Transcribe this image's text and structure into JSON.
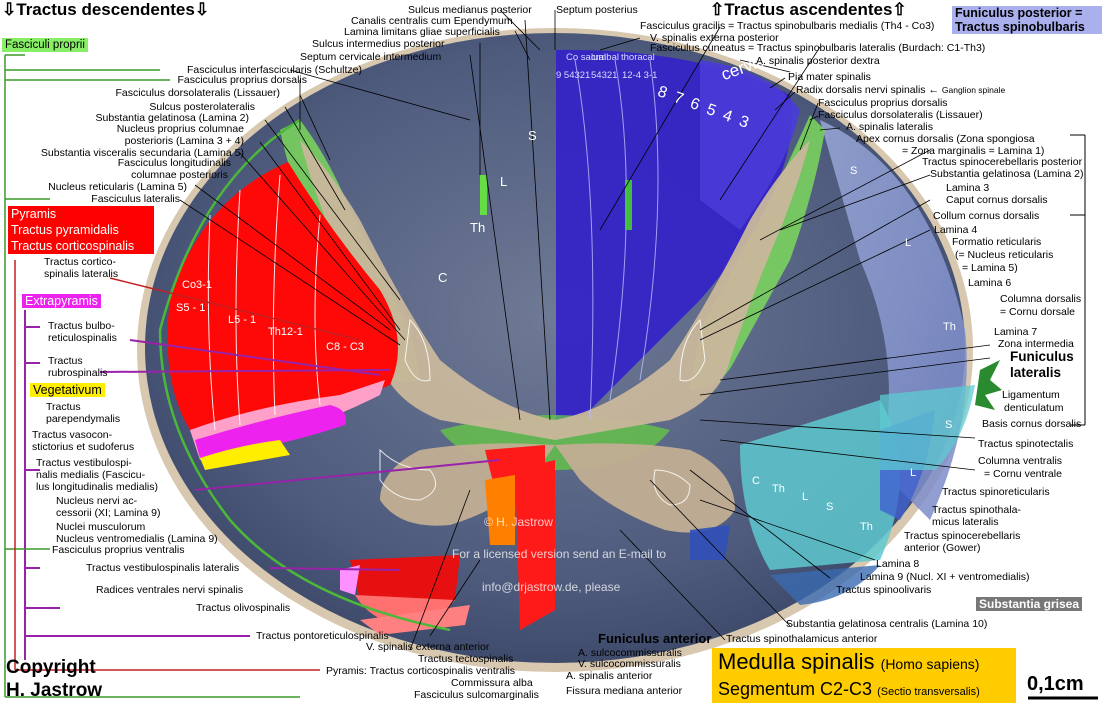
{
  "headers": {
    "descending": "⇩Tractus descendentes⇩",
    "ascending": "⇧Tractus ascendentes⇧"
  },
  "boxes": {
    "fasciculi_proprii": "Fasciculi proprii",
    "funiculus_posterior_1": "Funiculus posterior =",
    "funiculus_posterior_2": "Tractus spinobulbaris",
    "pyramis_1": "Pyramis",
    "pyramis_2": "Tractus pyramidalis",
    "pyramis_3": "Tractus corticospinalis",
    "extrapyramis": "Extrapyramis",
    "vegetativum": "Vegetativum",
    "substantia_grisea": "Substantia grisea",
    "funiculus_lateralis_1": "Funiculus",
    "funiculus_lateralis_2": "lateralis",
    "funiculus_anterior": "Funiculus anterior"
  },
  "title": {
    "main": "Medulla spinalis",
    "main_sub": "(Homo sapiens)",
    "segment": "Segmentum C2-C3",
    "segment_sub": "(Sectio transversalis)"
  },
  "copyright": [
    "Copyright",
    "H. Jastrow"
  ],
  "scale_bar": "0,1cm",
  "watermarks": {
    "photo": "© H. Jastrow",
    "licensed": "For a licensed version send an E-mail to",
    "email": "info@drjastrow.de, please"
  },
  "section_labels": {
    "S": "S",
    "L": "L",
    "Th": "Th",
    "C": "C",
    "cervical": "cervical",
    "cervical_numbers": "8  7  6  5  4  3",
    "sacral": "sacral",
    "lumbal": "lumbal",
    "thoracal": "thoracal",
    "co_s": "Co",
    "sacral_nums": "9 54321",
    "lumbal_nums": "54321",
    "thoracal_nums": "12-4 3-1",
    "pyr_co": "Co3-1",
    "pyr_s": "S5 - 1",
    "pyr_l": "L5 - 1",
    "pyr_th": "Th12-1",
    "pyr_c": "C8 - C3"
  },
  "left_labels": [
    "Fasciculus interfascicularis (Schultze)",
    "Fasciculus proprius dorsalis",
    "Fasciculus dorsolateralis (Lissauer)",
    "Sulcus posterolateralis",
    "Substantia gelatinosa (Lamina 2)",
    "Nucleus proprius columnae",
    "posterioris (Lamina 3 + 4)",
    "Substantia visceralis secundaria (Lamina 5)",
    "Fasciculus longitudinalis",
    "columnae posterioris",
    "Nucleus reticularis (Lamina 5)",
    "Fasciculus lateralis"
  ],
  "left_lower_labels": [
    "Tractus cortico-",
    "spinalis lateralis",
    "Tractus bulbo-",
    "reticulospinalis",
    "Tractus",
    "rubrospinalis",
    "Tractus",
    "parependymalis",
    "Tractus vasocon-",
    "stictorius et sudoferus",
    "Tractus vestibulospi-",
    "nalis medialis (Fascicu-",
    "lus longitudinalis medialis)",
    "Nucleus nervi ac-",
    "cessorii (XI; Lamina 9)",
    "Nuclei musculorum",
    "Nucleus ventromedialis (Lamina 9)",
    "Fasciculus proprius ventralis",
    "Tractus vestibulospinalis lateralis",
    "Radices ventrales nervi spinalis",
    "Tractus olivospinalis"
  ],
  "top_labels": [
    "Sulcus medianus posterior",
    "Septum posterius",
    "Canalis centralis cum Ependymum",
    "Lamina limitans gliae superficialis",
    "Sulcus intermedius posterior",
    "Septum cervicale intermedium",
    "Fasciculus gracilis = Tractus spinobulbaris medialis (Th4 - Co3)",
    "V. spinalis externa posterior",
    "Fasciculus cuneatus = Tractus spinobulbaris lateralis (Burdach: C1-Th3)",
    "A. spinalis posterior dextra"
  ],
  "right_labels": [
    "Pia mater spinalis",
    "Radix dorsalis nervi spinalis ←",
    "Ganglion spinale",
    "Fasciculus proprius dorsalis",
    "Fasciculus dorsolateralis (Lissauer)",
    "A. spinalis lateralis",
    "Apex cornus dorsalis (Zona spongiosa",
    "= Zona marginalis = Lamina 1)",
    "Tractus spinocerebellaris posterior",
    "Substantia gelatinosa (Lamina 2)",
    "Lamina 3",
    "Caput cornus dorsalis",
    "Collum cornus dorsalis",
    "Lamina 4",
    "Formatio reticularis",
    "(= Nucleus reticularis",
    "= Lamina 5)",
    "Lamina 6",
    "Columna dorsalis",
    "= Cornu dorsale",
    "Lamina 7",
    "Zona intermedia",
    "Ligamentum",
    "denticulatum",
    "Basis cornus dorsalis",
    "Tractus spinotectalis",
    "Columna ventralis",
    "= Cornu ventrale",
    "Tractus spinoreticularis",
    "Tractus spinothala-",
    "micus lateralis",
    "Tractus spinocerebellaris",
    "anterior (Gower)",
    "Lamina 8",
    "Lamina 9 (Nucl. XI + ventromedialis)",
    "Tractus spinoolivaris"
  ],
  "bottom_labels": [
    "Substantia gelatinosa centralis (Lamina 10)",
    "Tractus spinothalamicus anterior",
    "Tractus pontoreticulospinalis",
    "V. spinalis externa anterior",
    "A. sulcocommissuralis",
    "Tractus tectospinalis",
    "V. sulcocommissuralis",
    "Pyramis: Tractus corticospinalis ventralis",
    "A. spinalis anterior",
    "Commissura alba",
    "Fissura mediana anterior",
    "Fasciculus sulcomarginalis"
  ],
  "colors": {
    "pyramis": "#ff0000",
    "extrapyramis": "#ee22ee",
    "vegetativum": "#ffee00",
    "fasciculi_proprii": "#88ee66",
    "funiculus_posterior": "#3322cc",
    "substantia_grisea": "#777777",
    "title_bg": "#ffcc00",
    "tissue_dark": "#4a5a80",
    "gray_matter": "#c8b8a0"
  }
}
